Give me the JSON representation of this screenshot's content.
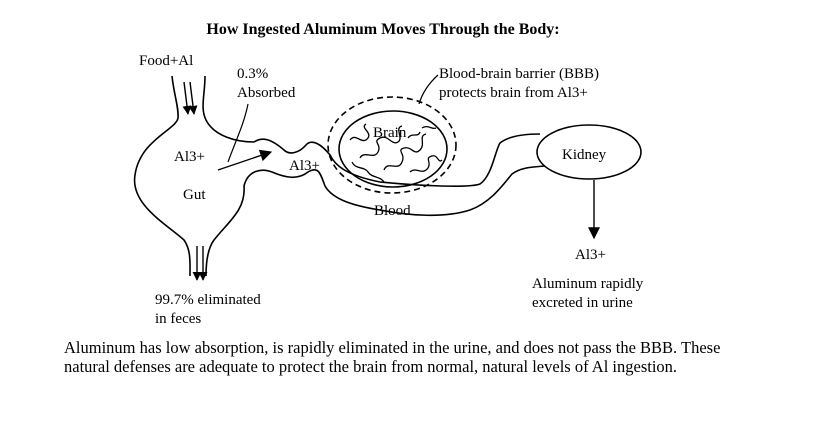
{
  "title": "How Ingested Aluminum Moves Through the Body:",
  "labels": {
    "food_al": "Food+Al",
    "absorbed_pct": "0.3%",
    "absorbed_word": "Absorbed",
    "bbb_line1": "Blood-brain barrier (BBB)",
    "bbb_line2": "protects brain from Al3+",
    "brain": "Brain",
    "gut_ion": "Al3+",
    "gut": "Gut",
    "channel_ion": "Al3+",
    "kidney": "Kidney",
    "blood": "Blood",
    "urine_ion": "Al3+",
    "excreted_line1": "Aluminum rapidly",
    "excreted_line2": "excreted in urine",
    "feces_line1": "99.7% eliminated",
    "feces_line2": "in feces"
  },
  "caption": {
    "line1": "Aluminum has low absorption, is rapidly eliminated in the urine, and does not pass the BBB. These",
    "line2": "natural defenses are adequate to protect the brain from normal, natural levels of Al ingestion."
  }
}
